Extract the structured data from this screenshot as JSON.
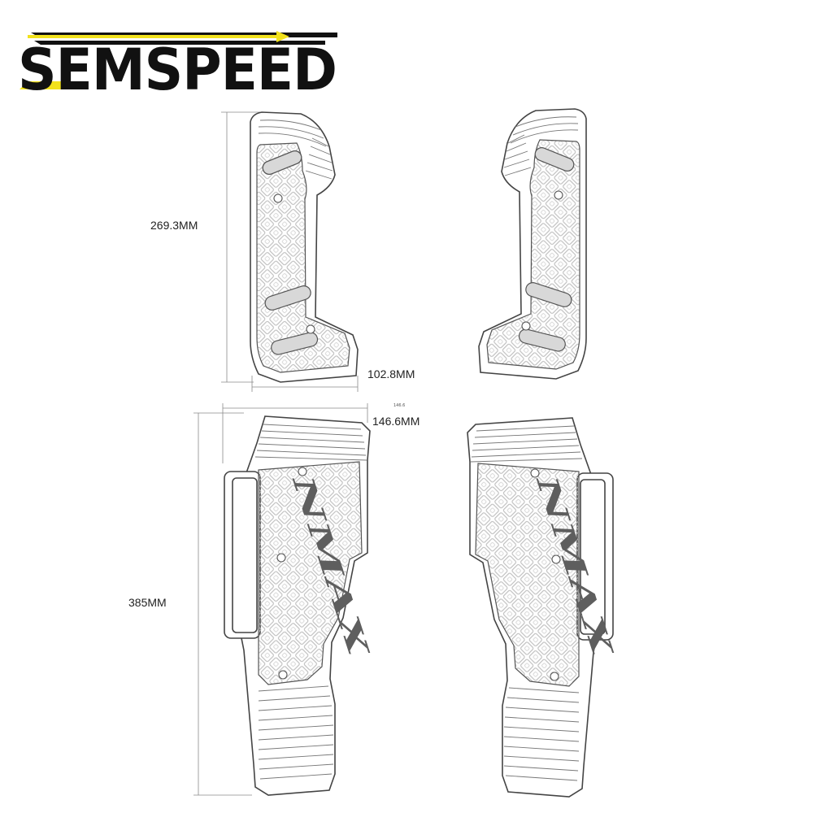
{
  "logo": {
    "text": "SEMSPEED",
    "accent_color": "#f2e21c",
    "text_color": "#111111"
  },
  "dimensions": {
    "top_height": "269.3MM",
    "top_width": "102.8MM",
    "bottom_width": "146.6MM",
    "bottom_height": "385MM",
    "bottom_width_small": "146.6"
  },
  "mat_brand": "NMAX",
  "colors": {
    "outline": "#444444",
    "mesh": "#bdbdbd",
    "slot_fill": "#d8d8d8",
    "dimension_line": "#8a8a8a"
  }
}
